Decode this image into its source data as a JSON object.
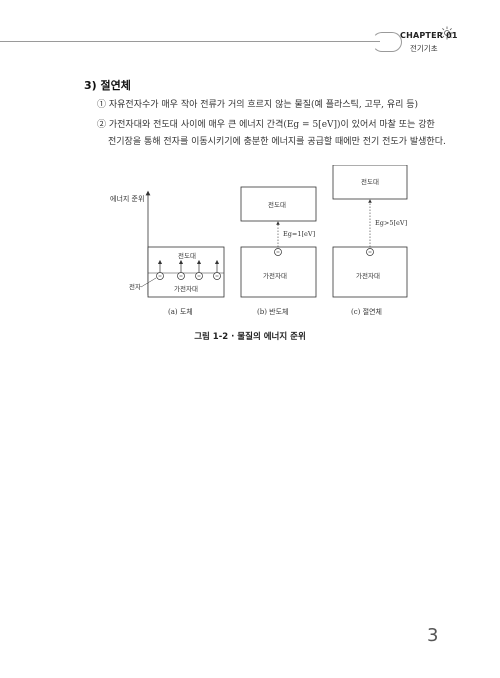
{
  "header": {
    "chapter": "CHAPTER 01",
    "subtitle": "전기기초"
  },
  "section": {
    "title": "3) 절연체"
  },
  "paragraphs": {
    "p1": "① 자유전자수가 매우 작아 전류가 거의 흐르지 않는 물질(예 플라스틱, 고무, 유리 등)",
    "p2a": "② 가전자대와 전도대 사이에 매우 큰 에너지 간격(Eg = 5[eV])이 있어서 마찰 또는 강한",
    "p2b": "전기장을 통해 전자를 이동시키기에 충분한 에너지를 공급할 때에만 전기 전도가 발생한다."
  },
  "figure": {
    "axis_label": "에너지 준위",
    "electron_label": "전자",
    "a": {
      "conduction": "전도대",
      "valence": "가전자대",
      "caption": "(a) 도체"
    },
    "b": {
      "conduction": "전도대",
      "valence": "가전자대",
      "gap": "Eg=1[eV]",
      "caption": "(b) 반도체"
    },
    "c": {
      "conduction": "전도대",
      "valence": "가전자대",
      "gap": "Eg>5[eV]",
      "caption": "(c) 절연체"
    },
    "caption": "그림 1-2 · 물질의 에너지 준위"
  },
  "page_number": "3"
}
